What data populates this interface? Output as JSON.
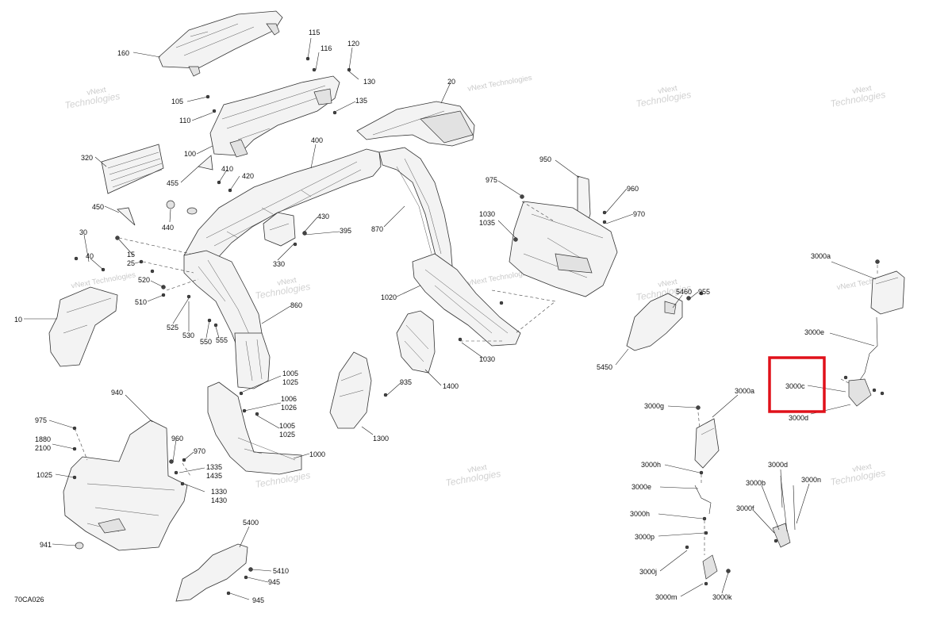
{
  "drawing_code": "70CA026",
  "watermark": {
    "line1": "vNext",
    "line2": "Technologies",
    "combined": "vNext Technologies"
  },
  "highlight_color": "#e0111a",
  "callouts": {
    "c115": "115",
    "c116": "116",
    "c120": "120",
    "c130": "130",
    "c135": "135",
    "c160": "160",
    "c105": "105",
    "c110": "110",
    "c100": "100",
    "c320": "320",
    "c455": "455",
    "c410": "410",
    "c420": "420",
    "c400": "400",
    "c20": "20",
    "c450": "450",
    "c440": "440",
    "c430": "430",
    "c395": "395",
    "c330": "330",
    "c870": "870",
    "c30": "30",
    "c40": "40",
    "c15": "15",
    "c25": "25",
    "c520": "520",
    "c510": "510",
    "c525": "525",
    "c530": "530",
    "c550": "550",
    "c555": "555",
    "c860": "860",
    "c10": "10",
    "c1020": "1020",
    "c975a": "975",
    "c950": "950",
    "c960a": "960",
    "c970a": "970",
    "c1030a": "1030",
    "c1035": "1035",
    "c1030b": "1030",
    "c5460": "5460",
    "c955": "955",
    "c5450": "5450",
    "c3000a_top": "3000a",
    "c3000e_top": "3000e",
    "c3000c": "3000c",
    "c3000d_top": "3000d",
    "c3000a_mid": "3000a",
    "c3000g": "3000g",
    "c1005a": "1005",
    "c1025a": "1025",
    "c1006": "1006",
    "c1026": "1026",
    "c1005b": "1005",
    "c1025b": "1025",
    "c1000": "1000",
    "c935": "935",
    "c1400": "1400",
    "c1300": "1300",
    "c940": "940",
    "c975b": "975",
    "c1880": "1880",
    "c2100": "2100",
    "c960b": "960",
    "c970b": "970",
    "c1335": "1335",
    "c1435": "1435",
    "c1025c": "1025",
    "c1330": "1330",
    "c1430": "1430",
    "c941": "941",
    "c5400": "5400",
    "c5410": "5410",
    "c945a": "945",
    "c945b": "945",
    "c3000h": "3000h",
    "c3000e_low": "3000e",
    "c3000h2": "3000h",
    "c3000p": "3000p",
    "c3000j": "3000j",
    "c3000m": "3000m",
    "c3000k": "3000k",
    "c3000d_low": "3000d",
    "c3000b": "3000b",
    "c3000n": "3000n",
    "c3000f": "3000f"
  }
}
